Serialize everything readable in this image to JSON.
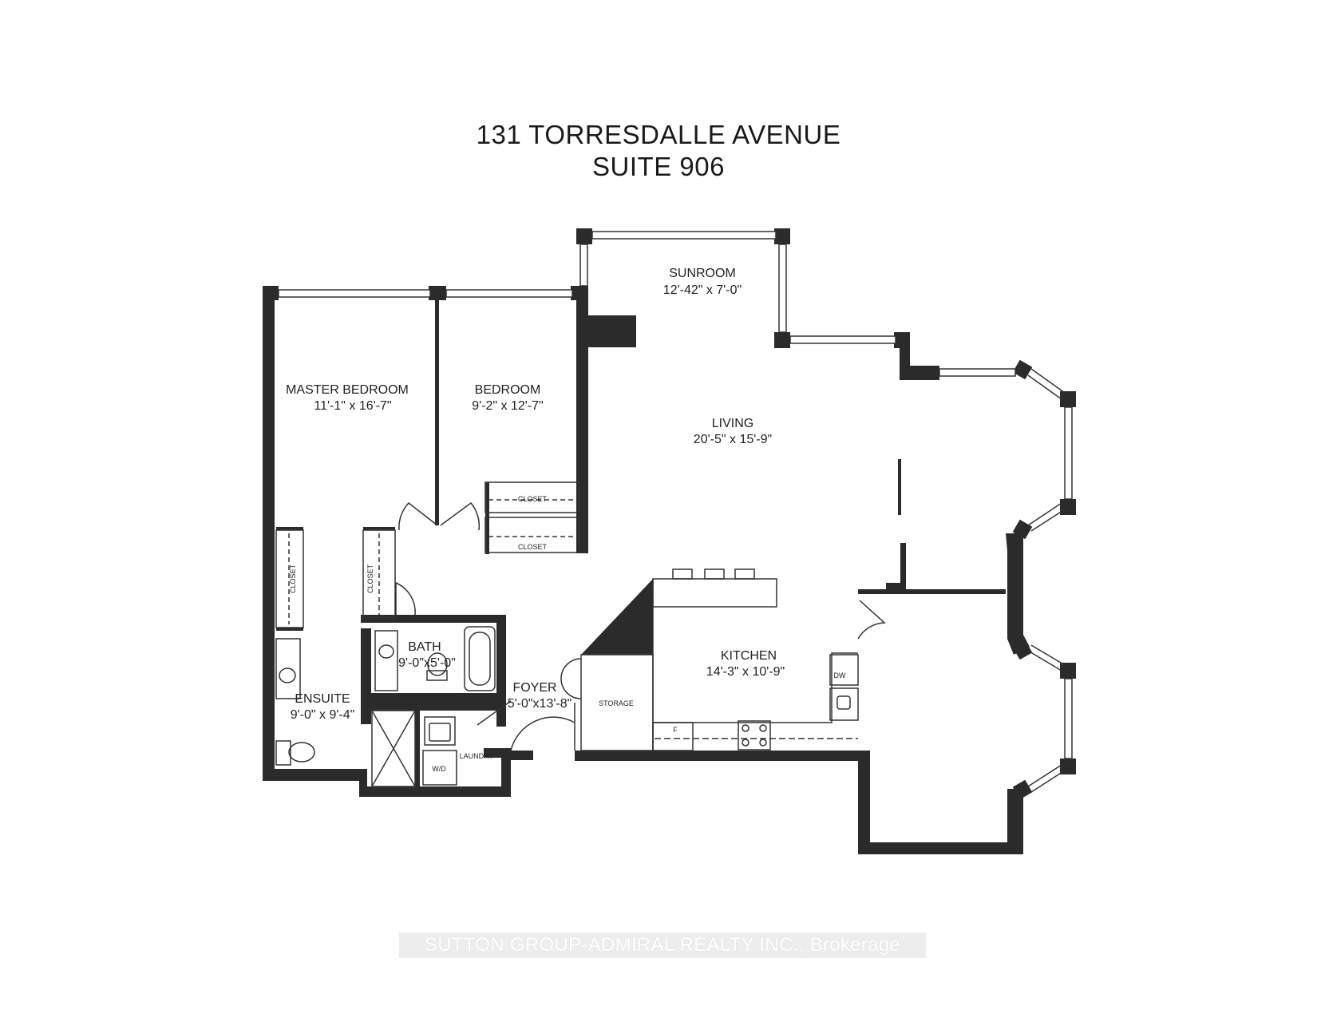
{
  "header": {
    "address": "131  TORRESDALLE  AVENUE",
    "suite": "SUITE 906"
  },
  "rooms": {
    "sunroom": {
      "name": "SUNROOM",
      "dims": "12'-42\" x 7'-0\""
    },
    "master": {
      "name": "MASTER BEDROOM",
      "dims": "11'-1\" x 16'-7\""
    },
    "bedroom": {
      "name": "BEDROOM",
      "dims": "9'-2\" x 12'-7\""
    },
    "living": {
      "name": "LIVING",
      "dims": "20'-5\" x 15'-9\""
    },
    "bath": {
      "name": "BATH",
      "dims": "9'-0\"x5'-0\""
    },
    "kitchen": {
      "name": "KITCHEN",
      "dims": "14'-3\" x 10'-9\""
    },
    "foyer": {
      "name": "FOYER",
      "dims": "5'-0\"x13'-8\""
    },
    "ensuite": {
      "name": "ENSUITE",
      "dims": "9'-0\" x 9'-4\""
    }
  },
  "fixtures": {
    "closet": "CLOSET",
    "storage": "STORAGE",
    "laundry": "LAUNDRY",
    "washer_dryer": "W/D",
    "dishwasher": "DW",
    "fridge": "F"
  },
  "colors": {
    "wall": "#2b2b2b",
    "line": "#333333"
  },
  "footer": {
    "watermark": "SUTTON GROUP-ADMIRAL REALTY INC., Brokerage"
  }
}
